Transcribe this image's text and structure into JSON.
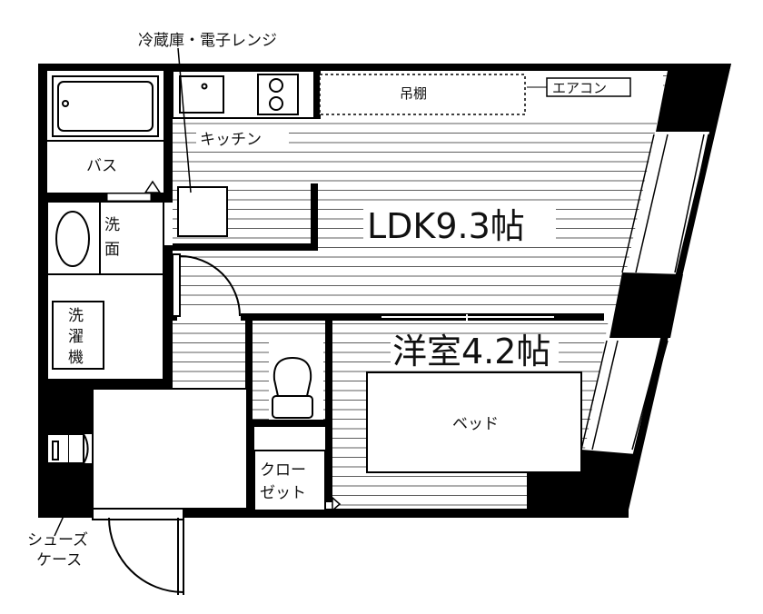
{
  "floorplan": {
    "ldk_label": "LDK9.3帖",
    "western_room_label": "洋室4.2帖",
    "fridge_microwave_label": "冷蔵庫・電子レンジ",
    "hanging_shelf_label": "吊棚",
    "aircon_label": "エアコン",
    "kitchen_label": "キッチン",
    "bath_label": "バス",
    "washbasin_label": [
      "洗",
      "面"
    ],
    "washing_machine_label": [
      "洗",
      "濯",
      "機"
    ],
    "bed_label": "ベッド",
    "closet_label": [
      "クロー",
      "ゼット"
    ],
    "shoe_case_label": [
      "シューズ",
      "ケース"
    ]
  },
  "colors": {
    "wall": "#000000",
    "line": "#222222",
    "background": "#ffffff"
  }
}
